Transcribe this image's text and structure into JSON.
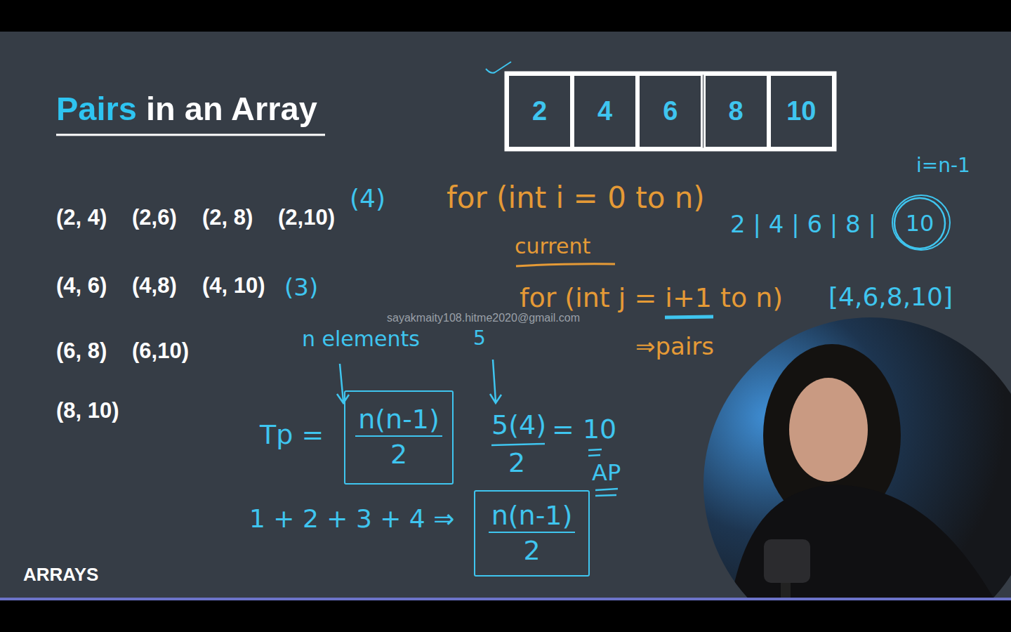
{
  "diagram": {
    "title": "Pairs in an Array",
    "nodes": [
      {
        "text": [
          "2"
        ]
      },
      {
        "text": [
          "4"
        ]
      },
      {
        "text": [
          "6"
        ]
      },
      {
        "text": [
          "8"
        ]
      },
      {
        "text": [
          "10"
        ]
      },
      {
        "text": [
          "10"
        ]
      },
      {
        "text": [
          "n(n-1)",
          "2"
        ]
      },
      {
        "text": [
          "n(n-1)",
          "2"
        ]
      }
    ],
    "labels": [
      "(2, 4)",
      "(2,6)",
      "(2, 8)",
      "(2,10)",
      "(4)",
      "(4, 6)",
      "(4,8)",
      "(4, 10)",
      "(3)",
      "(6, 8)",
      "(6,10)",
      "(8, 10)",
      "for (int i = 0 to n)",
      "current",
      "for (int j = i+1 to n)",
      "[4,6,8,10]",
      "⇒pairs",
      "i=n-1",
      "2 | 4 | 6 | 8 |",
      "sayakmaity108.hitme2020@gmail.com",
      "n elements",
      "5",
      "Tp =",
      "5(4)",
      "2",
      "= 10",
      "AP",
      "1 + 2 + 3 + 4 ⇒",
      "ARRAYS"
    ]
  }
}
